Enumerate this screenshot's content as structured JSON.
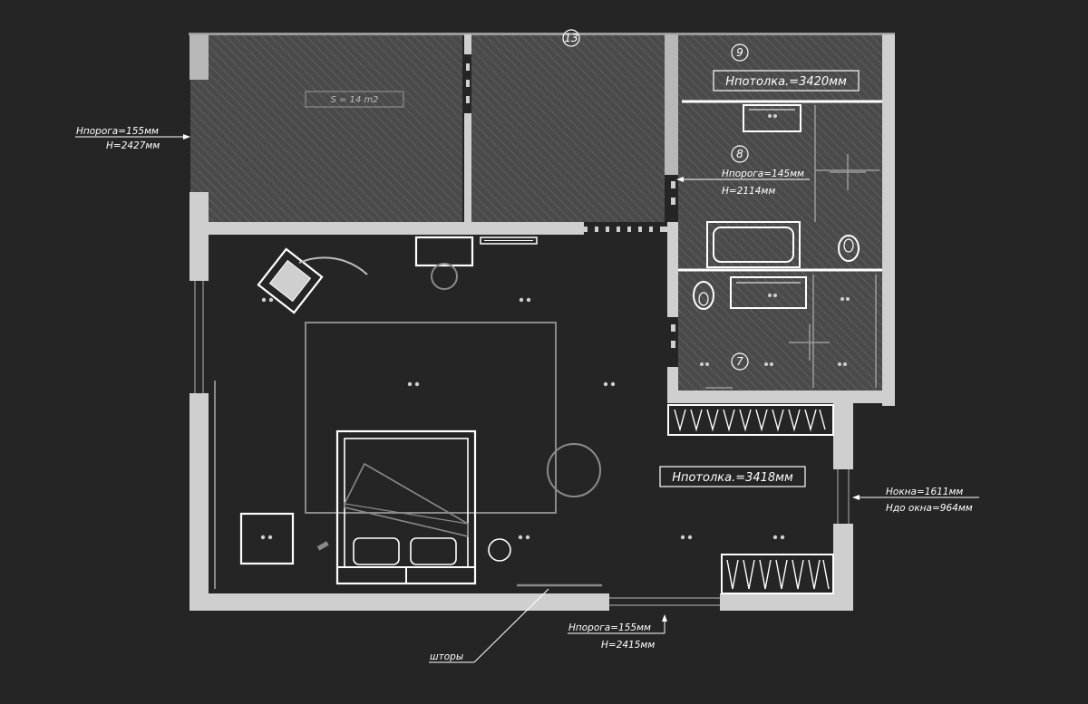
{
  "rooms": {
    "room_13": {
      "number": "13",
      "area_label": "S = 14 m2"
    },
    "room_9": {
      "number": "9"
    },
    "room_8": {
      "number": "8"
    },
    "room_7": {
      "number": "7"
    }
  },
  "annotations": {
    "threshold_left": {
      "line1": "Hпорога=155мм",
      "line2": "H=2427мм"
    },
    "ceiling_bath": "Hпотолка.=3420мм",
    "threshold_bath": {
      "line1": "Hпорога=145мм",
      "line2": "H=2114мм"
    },
    "ceiling_main": "Hпотолка.=3418мм",
    "window_right": {
      "line1": "Hокна=1611мм",
      "line2": "Hдо окна=964мм"
    },
    "threshold_bottom": {
      "line1": "Hпорога=155мм",
      "line2": "H=2415мм"
    },
    "curtains": "шторы"
  },
  "colors": {
    "background": "#252525",
    "hatch_fill": "#4a4a4a",
    "hatch_line": "#5e5e5e",
    "wall": "#cfcfcf",
    "line": "#ffffff",
    "muted_line": "#8a8a8a"
  }
}
